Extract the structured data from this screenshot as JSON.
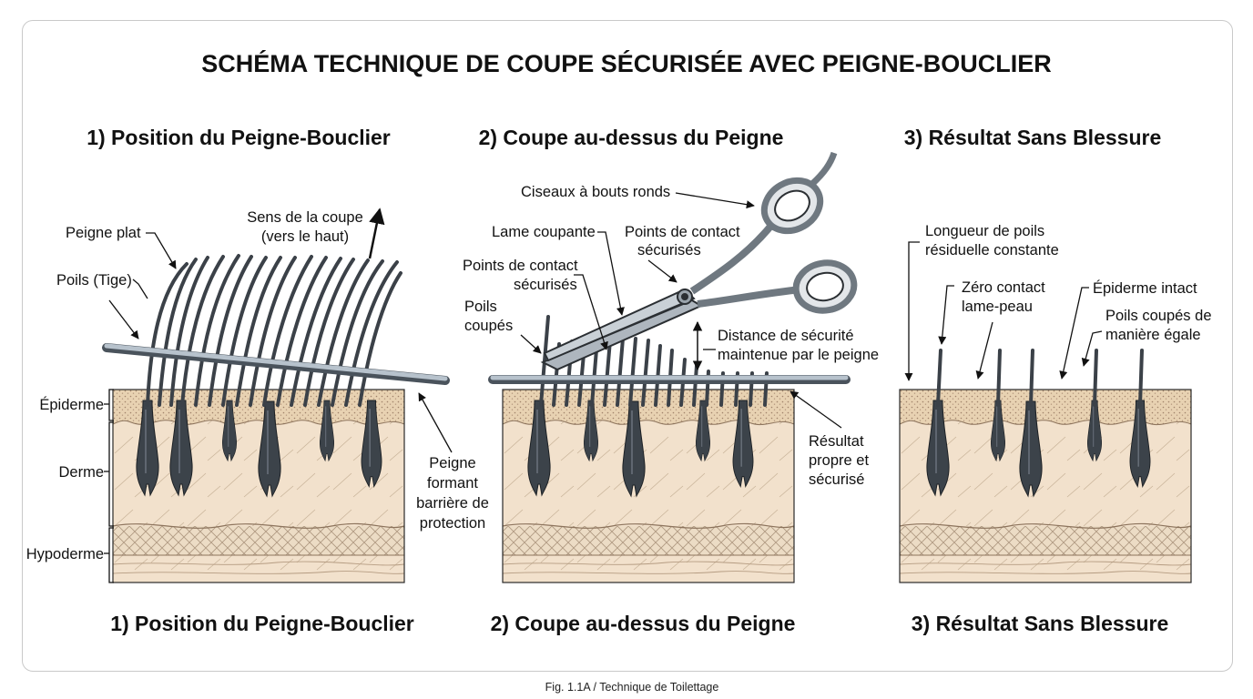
{
  "title": "SCHÉMA TECHNIQUE DE COUPE SÉCURISÉE AVEC PEIGNE-BOUCLIER",
  "caption": "Fig. 1.1A / Technique de Toilettage",
  "colors": {
    "skin": "#f2e1cc",
    "epidermis": "#e6cfae",
    "follicle": "#3c434a",
    "comb": "#9aa6b2",
    "outline": "#222222"
  },
  "panels": [
    {
      "top_title": "1) Position du Peigne-Bouclier",
      "bottom_title": "1) Position du Peigne-Bouclier",
      "layers": [
        "Épiderme",
        "Derme",
        "Hypoderme"
      ],
      "labels": {
        "comb": "Peigne plat",
        "hairs": "Poils (Tige)",
        "direction": [
          "Sens de la coupe",
          "(vers le haut)"
        ],
        "barrier": [
          "Peigne",
          "formant",
          "barrière de",
          "protection"
        ]
      }
    },
    {
      "top_title": "2) Coupe au-dessus du Peigne",
      "bottom_title": "2) Coupe au-dessus du Peigne",
      "labels": {
        "scissors": "Ciseaux à bouts ronds",
        "blade": "Lame coupante",
        "contact_right": [
          "Points de contact",
          "sécurisés"
        ],
        "contact_left": [
          "Points de contact",
          "sécurisés"
        ],
        "cut_hairs": [
          "Poils",
          "coupés"
        ],
        "distance": [
          "Distance de sécurité",
          "maintenue par le peigne"
        ],
        "result": [
          "Résultat",
          "propre et",
          "sécurisé"
        ]
      }
    },
    {
      "top_title": "3) Résultat Sans Blessure",
      "bottom_title": "3) Résultat Sans Blessure",
      "labels": {
        "length": [
          "Longueur de poils",
          "résiduelle constante"
        ],
        "zero": [
          "Zéro contact",
          "lame-peau"
        ],
        "epidermis": "Épiderme intact",
        "even": [
          "Poils coupés de",
          "manière égale"
        ]
      }
    }
  ]
}
